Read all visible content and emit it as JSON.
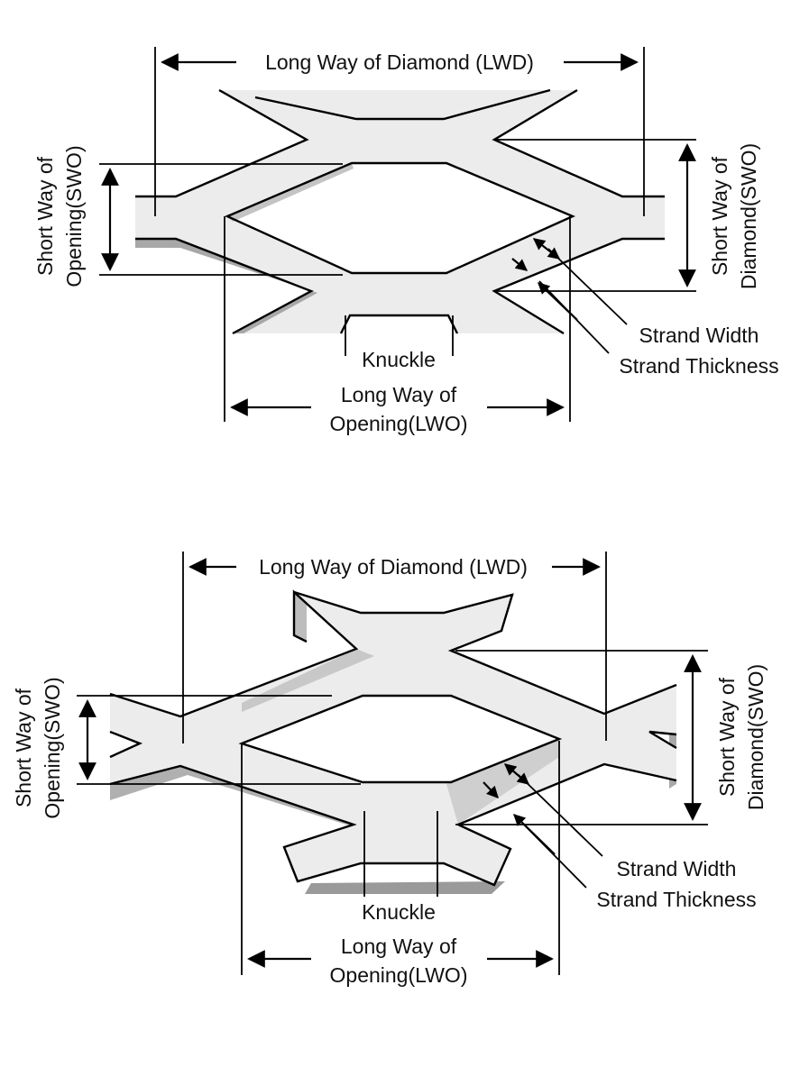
{
  "figure_top": {
    "lwd_label": "Long Way of Diamond (LWD)",
    "swo_label_line1": "Short Way of",
    "swo_label_line2": "Opening(SWO)",
    "swd_label_line1": "Short Way of",
    "swd_label_line2": "Diamond(SWO)",
    "knuckle_label": "Knuckle",
    "lwo_label_line1": "Long Way of",
    "lwo_label_line2": "Opening(LWO)",
    "strand_width_label": "Strand Width",
    "strand_thickness_label": "Strand Thickness"
  },
  "figure_bottom": {
    "lwd_label": "Long Way of Diamond (LWD)",
    "swo_label_line1": "Short Way of",
    "swo_label_line2": "Opening(SWO)",
    "swd_label_line1": "Short Way of",
    "swd_label_line2": "Diamond(SWO)",
    "knuckle_label": "Knuckle",
    "lwo_label_line1": "Long Way of",
    "lwo_label_line2": "Opening(LWO)",
    "strand_width_label": "Strand Width",
    "strand_thickness_label": "Strand Thickness"
  },
  "colors": {
    "metal_face": "#ececec",
    "metal_side": "#b4b4b4",
    "metal_shadow": "#9a9a9a",
    "line": "#000000",
    "background": "#ffffff"
  }
}
